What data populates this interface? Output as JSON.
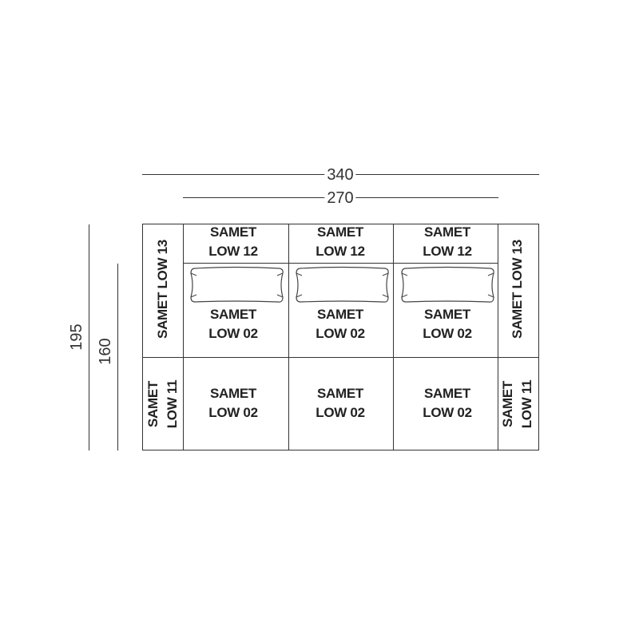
{
  "dimensions": {
    "overall_width": "340",
    "inner_width": "270",
    "overall_depth": "195",
    "inner_depth": "160"
  },
  "modules": {
    "left_back": "SAMET LOW 13",
    "right_back": "SAMET LOW 13",
    "left_front": [
      "SAMET",
      "LOW 11"
    ],
    "right_front": [
      "SAMET",
      "LOW 11"
    ],
    "backrest": [
      "SAMET",
      "LOW 12"
    ],
    "seat": [
      "SAMET",
      "LOW 02"
    ]
  }
}
